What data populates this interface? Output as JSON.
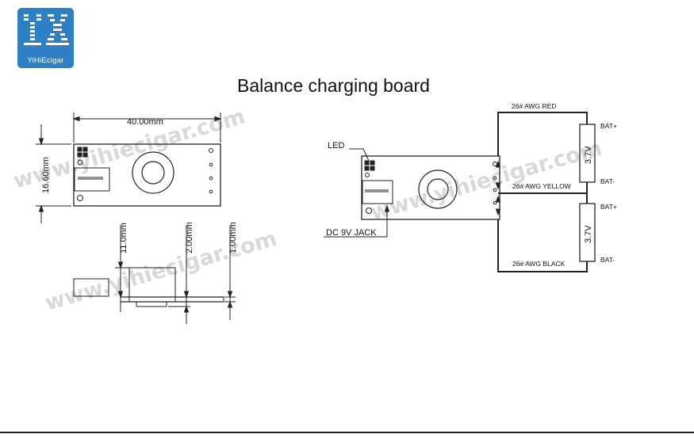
{
  "logo": {
    "text": "YiHiEcigar",
    "background": "#2f7fc4"
  },
  "title": "Balance charging board",
  "watermark": "www.yihiecigar.com",
  "dimensions": {
    "width": "40.00mm",
    "height": "16.60mm",
    "height_total": "11.0mm",
    "board_gap": "2.00mm",
    "board_thickness": "1.00mm"
  },
  "labels": {
    "led": "LED",
    "dc_jack": "DC 9V JACK",
    "wire_red": "26# AWG  RED",
    "wire_yellow": "26# AWG  YELLOW",
    "wire_black": "26# AWG  BLACK",
    "bat_plus_1": "BAT+",
    "bat_minus_1": "BAT-",
    "bat_plus_2": "BAT+",
    "bat_minus_2": "BAT-",
    "cell_1_voltage": "3.7V",
    "cell_2_voltage": "3.7V"
  },
  "colors": {
    "line": "#222222",
    "watermark": "#d9d9d9"
  }
}
